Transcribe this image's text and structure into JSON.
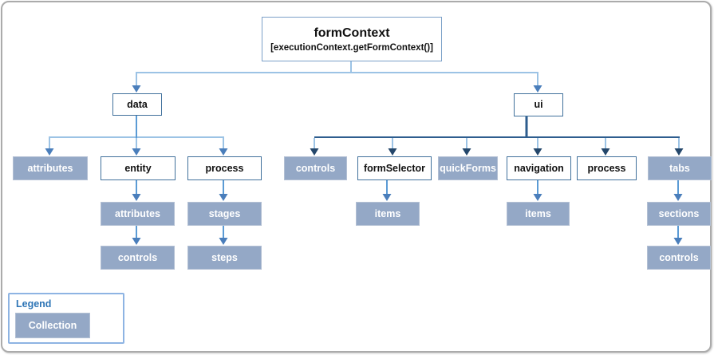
{
  "root": {
    "title": "formContext",
    "subtitle": "[executionContext.getFormContext()]"
  },
  "nodes": {
    "data": "data",
    "data_attributes": "attributes",
    "entity": "entity",
    "entity_attributes": "attributes",
    "entity_controls": "controls",
    "data_process": "process",
    "stages": "stages",
    "steps": "steps",
    "ui": "ui",
    "ui_controls": "controls",
    "form_selector": "formSelector",
    "form_selector_items": "items",
    "quick_forms": "quickForms",
    "navigation": "navigation",
    "navigation_items": "items",
    "ui_process": "process",
    "tabs": "tabs",
    "sections": "sections",
    "tabs_controls": "controls"
  },
  "legend": {
    "title": "Legend",
    "collection_label": "Collection"
  },
  "colors": {
    "collection_fill": "#94a8c6",
    "object_border": "#41719c",
    "root_border": "#7ba0c8",
    "connector_light": "#9cc3e5",
    "connector_medium": "#5b9bd5",
    "arrowhead_medium": "#4a7ebb",
    "connector_dark": "#2e5d8e",
    "arrowhead_dark": "#24476b",
    "legend_title_color": "#2e75b6",
    "outer_border": "#ababab"
  }
}
